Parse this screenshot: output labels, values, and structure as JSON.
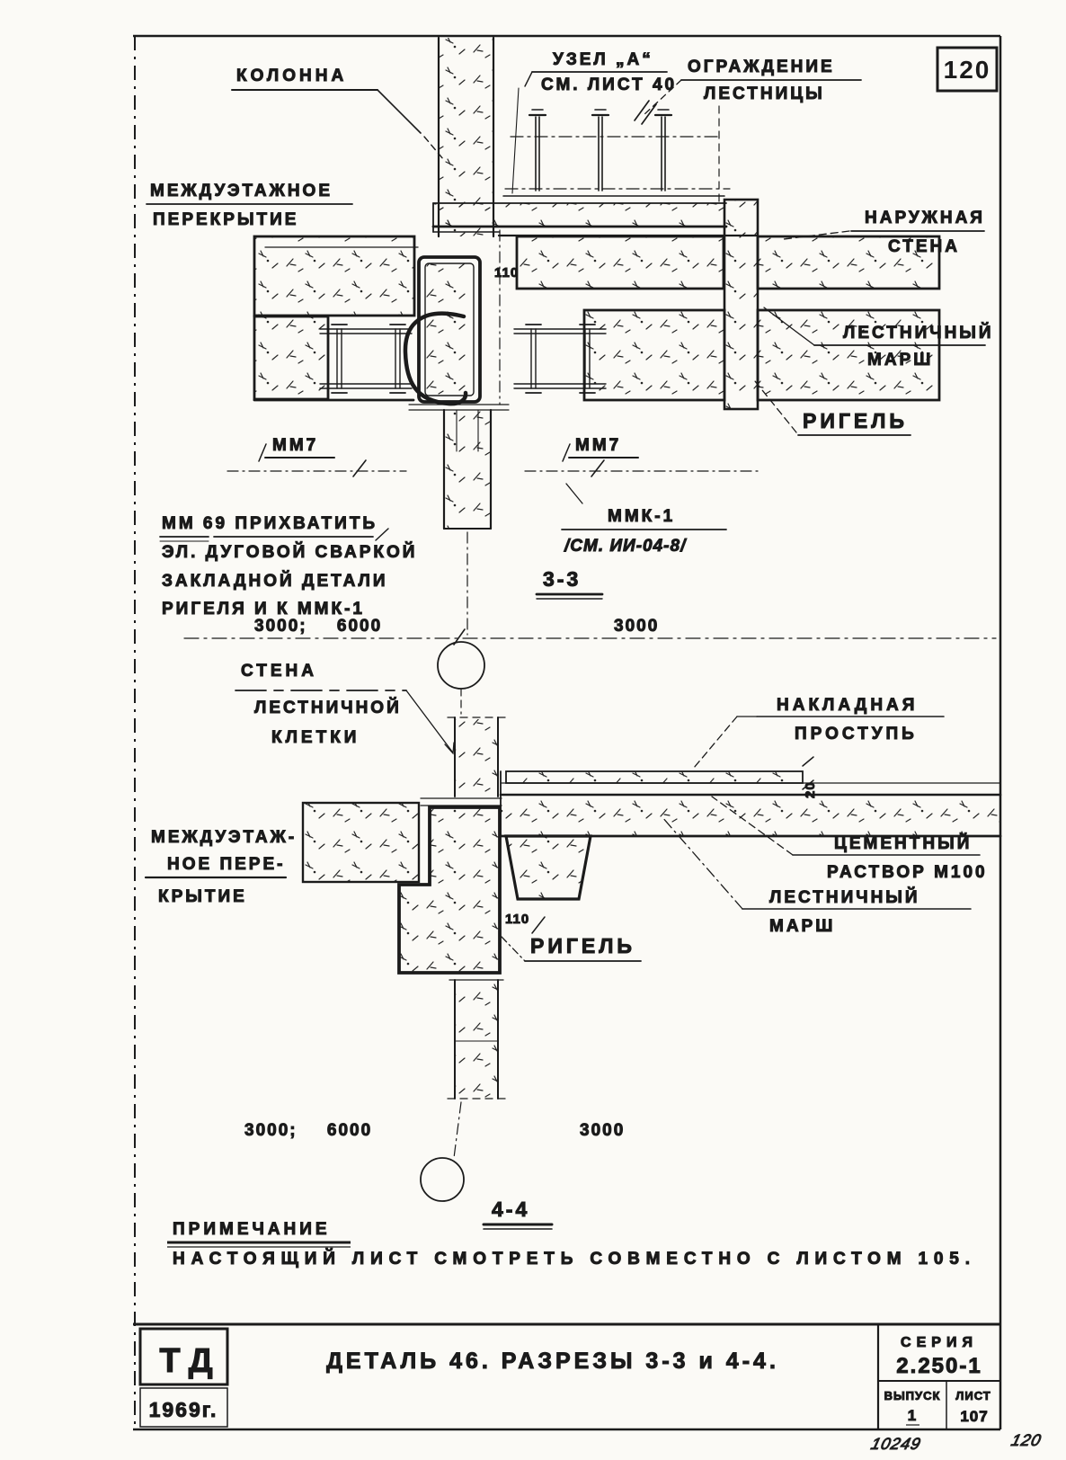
{
  "sheet": {
    "page_number": "120",
    "handwritten_left": "10249",
    "handwritten_right": "120",
    "ink_color": "#1b1b1b",
    "paper_color": "#fbfaf6"
  },
  "section33": {
    "title": "3-3",
    "kolonna": "КОЛОННА",
    "uzel_line1": "УЗЕЛ „А“",
    "uzel_line2": "СМ. ЛИСТ 40",
    "ograzhdenie1": "ОГРАЖДЕНИЕ",
    "ograzhdenie2": "ЛЕСТНИЦЫ",
    "perekrytie1": "МЕЖДУЭТАЖНОЕ",
    "perekrytie2": "ПЕРЕКРЫТИЕ",
    "naruzhnaya1": "НАРУЖНАЯ",
    "naruzhnaya2": "СТЕНА",
    "marsh1": "ЛЕСТНИЧНЫЙ",
    "marsh2": "МАРШ",
    "rigel": "РИГЕЛЬ",
    "mm7_left": "ММ7",
    "mm7_right": "ММ7",
    "weld1": "ММ 69 ПРИХВАТИТЬ",
    "weld2": "ЭЛ. ДУГОВОЙ СВАРКОЙ",
    "weld3": "ЗАКЛАДНОЙ ДЕТАЛИ",
    "weld4": "РИГЕЛЯ И К ММК-1",
    "mmk1": "ММК-1",
    "mmk1_ref": "/СМ. ИИ-04-8/",
    "dim110": "110",
    "dim_left": "3000; 6000",
    "dim_right": "3000"
  },
  "section44": {
    "title": "4-4",
    "stena1": "СТЕНА",
    "stena2": "ЛЕСТНИЧНОЙ",
    "stena3": "КЛЕТКИ",
    "nakladnaya1": "НАКЛАДНАЯ",
    "nakladnaya2": "ПРОСТУПЬ",
    "perekrytie1": "МЕЖДУЭТАЖ-",
    "perekrytie2": "НОЕ ПЕРЕ-",
    "perekrytie3": "КРЫТИЕ",
    "cement1": "ЦЕМЕНТНЫЙ",
    "cement2": "РАСТВОР М100",
    "marsh1": "ЛЕСТНИЧНЫЙ",
    "marsh2": "МАРШ",
    "rigel": "РИГЕЛЬ",
    "dim110": "110",
    "dim20": "20",
    "dim_left": "3000; 6000",
    "dim_right": "3000"
  },
  "note": {
    "title": "ПРИМЕЧАНИЕ",
    "body": "НАСТОЯЩИЙ ЛИСТ СМОТРЕТЬ СОВМЕСТНО С ЛИСТОМ 105."
  },
  "titleblock": {
    "org": "ТД",
    "year": "1969г.",
    "title": "ДЕТАЛЬ 46.  РАЗРЕЗЫ 3-3 и 4-4.",
    "series_label": "СЕРИЯ",
    "series_value": "2.250-1",
    "issue_label": "ВЫПУСК",
    "issue_value": "1",
    "sheet_label": "ЛИСТ",
    "sheet_value": "107"
  }
}
